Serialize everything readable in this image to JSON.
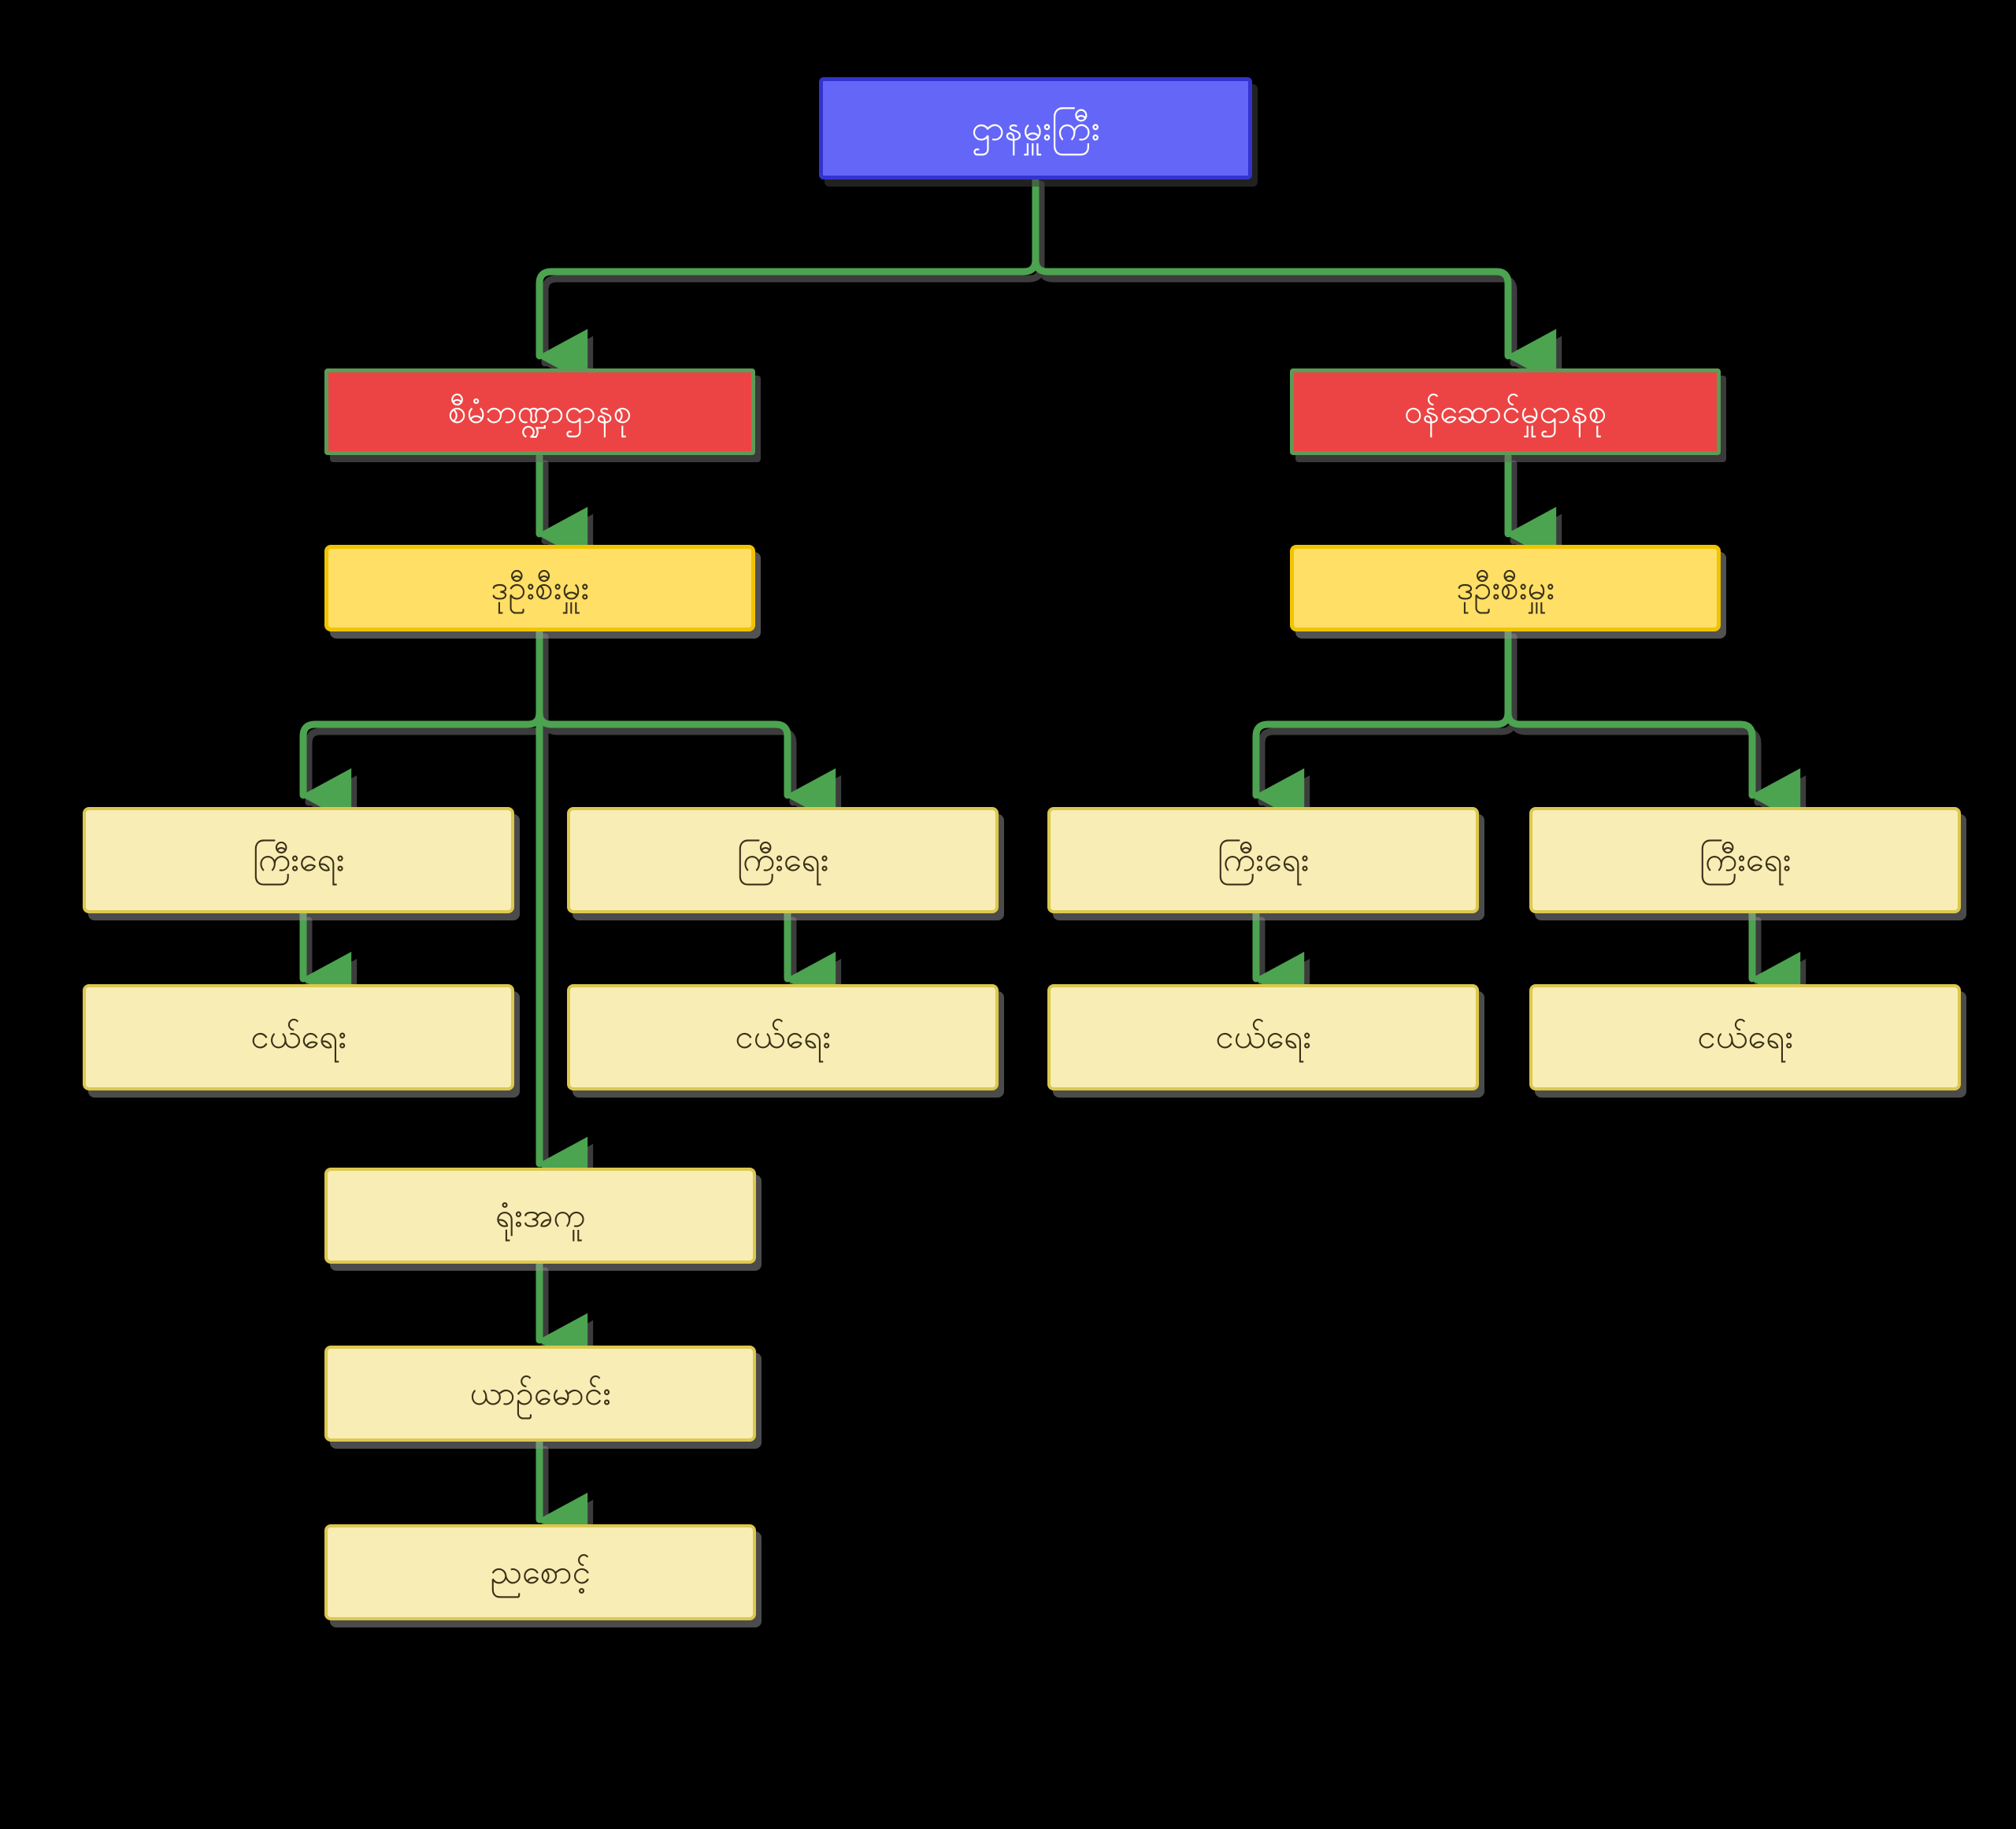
{
  "diagram": {
    "type": "organizational-chart",
    "title_node": "root",
    "background_color": "#000000",
    "connector_color": "#4CA350",
    "connector_shadow_color": "#6E6E6E",
    "palette": {
      "root_fill": "#6466F7",
      "root_border": "#3333CE",
      "root_text": "#FFFFFF",
      "department_fill": "#EC4444",
      "department_border": "#5C9B55",
      "department_text": "#FFFFFF",
      "deputy_fill": "#FFDF66",
      "deputy_border": "#F2C400",
      "deputy_text": "#3A3118",
      "staff_fill": "#F8EDB4",
      "staff_border": "#DCC84E",
      "staff_text": "#3A3118"
    },
    "nodes": {
      "root": {
        "label": "ဌာနမှူးကြီး",
        "level": 0,
        "role": "head-of-department"
      },
      "dept_left": {
        "label": "စီမံဘဏ္ဍာဌာနစု",
        "level": 1,
        "role": "administration-finance-unit"
      },
      "dept_right": {
        "label": "ဝန်ဆောင်မှုဌာနစု",
        "level": 1,
        "role": "services-unit"
      },
      "deputy_left": {
        "label": "ဒုဦးစီးမှူး",
        "level": 2,
        "role": "deputy-supervisor"
      },
      "deputy_right": {
        "label": "ဒုဦးစီးမှူး",
        "level": 2,
        "role": "deputy-supervisor"
      },
      "senior_l1": {
        "label": "ကြီးရေး",
        "level": 3,
        "role": "senior-clerk"
      },
      "senior_l2": {
        "label": "ကြီးရေး",
        "level": 3,
        "role": "senior-clerk"
      },
      "senior_r1": {
        "label": "ကြီးရေး",
        "level": 3,
        "role": "senior-clerk"
      },
      "senior_r2": {
        "label": "ကြီးရေး",
        "level": 3,
        "role": "senior-clerk"
      },
      "junior_l1": {
        "label": "ငယ်ရေး",
        "level": 4,
        "role": "junior-clerk"
      },
      "junior_l2": {
        "label": "ငယ်ရေး",
        "level": 4,
        "role": "junior-clerk"
      },
      "junior_r1": {
        "label": "ငယ်ရေး",
        "level": 4,
        "role": "junior-clerk"
      },
      "junior_r2": {
        "label": "ငယ်ရေး",
        "level": 4,
        "role": "junior-clerk"
      },
      "office_helper": {
        "label": "ရုံးအကူ",
        "level": 3,
        "role": "office-assistant"
      },
      "driver": {
        "label": "ယာဉ်မောင်း",
        "level": 4,
        "role": "driver"
      },
      "night_guard": {
        "label": "ညစောင့်",
        "level": 5,
        "role": "night-watchman"
      }
    },
    "edges": [
      {
        "from": "root",
        "to": "dept_left"
      },
      {
        "from": "root",
        "to": "dept_right"
      },
      {
        "from": "dept_left",
        "to": "deputy_left"
      },
      {
        "from": "dept_right",
        "to": "deputy_right"
      },
      {
        "from": "deputy_left",
        "to": "senior_l1"
      },
      {
        "from": "deputy_left",
        "to": "senior_l2"
      },
      {
        "from": "deputy_left",
        "to": "office_helper"
      },
      {
        "from": "deputy_right",
        "to": "senior_r1"
      },
      {
        "from": "deputy_right",
        "to": "senior_r2"
      },
      {
        "from": "senior_l1",
        "to": "junior_l1"
      },
      {
        "from": "senior_l2",
        "to": "junior_l2"
      },
      {
        "from": "senior_r1",
        "to": "junior_r1"
      },
      {
        "from": "senior_r2",
        "to": "junior_r2"
      },
      {
        "from": "office_helper",
        "to": "driver"
      },
      {
        "from": "driver",
        "to": "night_guard"
      }
    ]
  }
}
